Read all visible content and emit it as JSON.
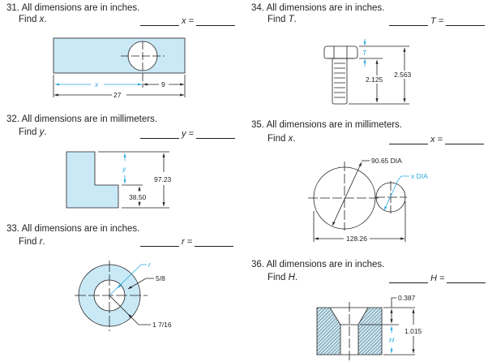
{
  "problems": [
    {
      "number": "31.",
      "statement": "All dimensions are in inches.",
      "find": "Find ",
      "var": "x",
      "period": ".",
      "answer_label": "x =",
      "labels": {
        "x": "x",
        "a": "9",
        "b": "27"
      }
    },
    {
      "number": "32.",
      "statement": "All dimensions are in millimeters.",
      "find": "Find ",
      "var": "y",
      "period": ".",
      "answer_label": "y =",
      "labels": {
        "y": "y",
        "a": "97.23",
        "b": "38.50"
      }
    },
    {
      "number": "33.",
      "statement": "All dimensions are in inches.",
      "find": "Find ",
      "var": "r",
      "period": ".",
      "answer_label": "r =",
      "labels": {
        "r": "r",
        "a": "5/8",
        "b": "1 7/16"
      }
    },
    {
      "number": "34.",
      "statement": "All dimensions are in inches.",
      "find": "Find ",
      "var": "T",
      "period": ".",
      "answer_label": "T =",
      "labels": {
        "t": "T",
        "a": "2.125",
        "b": "2.563"
      }
    },
    {
      "number": "35.",
      "statement": "All dimensions are in millimeters.",
      "find": "Find ",
      "var": "x",
      "period": ".",
      "answer_label": "x =",
      "labels": {
        "a": "90.65 DIA",
        "x": "x DIA",
        "b": "128.26"
      }
    },
    {
      "number": "36.",
      "statement": "All dimensions are in inches.",
      "find": "Find ",
      "var": "H",
      "period": ".",
      "answer_label": "H =",
      "labels": {
        "a": "0.387",
        "b": "1.015",
        "h": "H"
      }
    }
  ],
  "colors": {
    "fill": "#c9e9f7",
    "accent": "#29a8e0",
    "ink": "#231f20"
  }
}
